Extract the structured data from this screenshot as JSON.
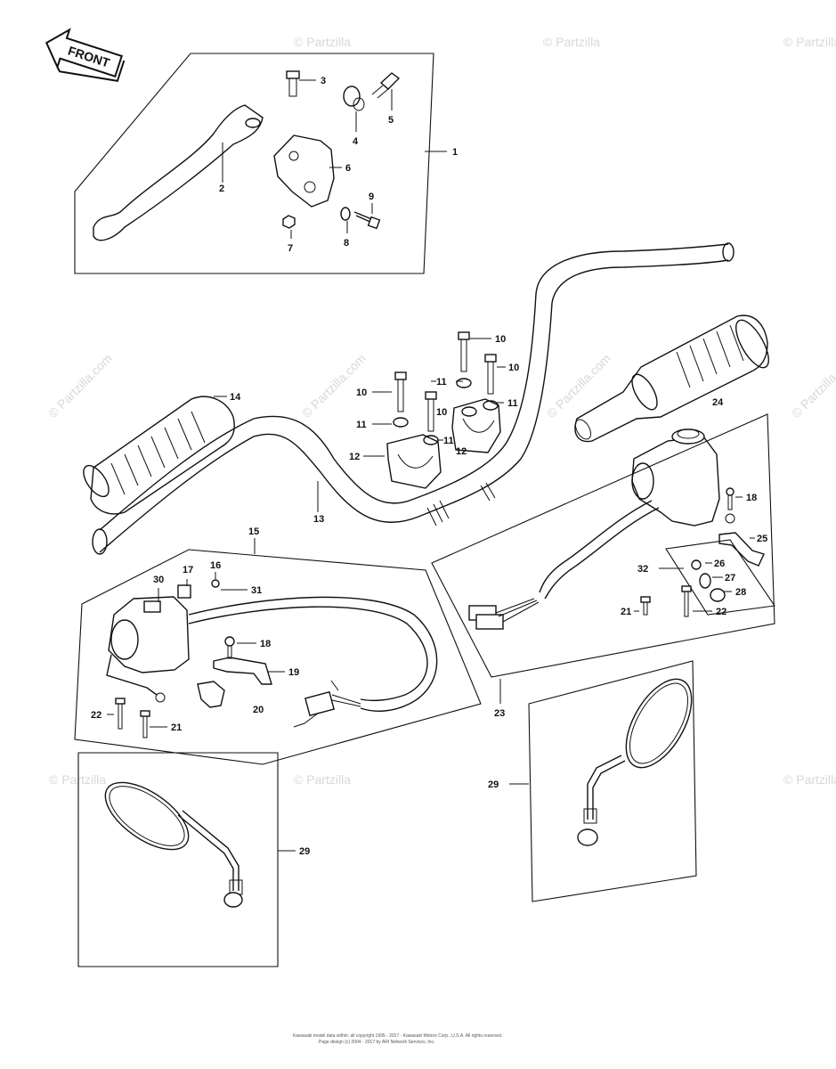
{
  "front_arrow": {
    "label": "FRONT",
    "icon": "front-arrow-icon"
  },
  "watermarks": {
    "corner": "© Partzilla",
    "diagonal": "© Partzilla.com"
  },
  "callouts": {
    "c1": "1",
    "c2": "2",
    "c3": "3",
    "c4": "4",
    "c5": "5",
    "c6": "6",
    "c7": "7",
    "c8": "8",
    "c9": "9",
    "c10a": "10",
    "c10b": "10",
    "c10c": "10",
    "c10d": "10",
    "c11a": "11",
    "c11b": "11",
    "c11c": "11",
    "c11d": "11",
    "c11e": "11",
    "c12a": "12",
    "c12b": "12",
    "c13": "13",
    "c14": "14",
    "c15": "15",
    "c16": "16",
    "c17": "17",
    "c18a": "18",
    "c18b": "18",
    "c19": "19",
    "c20": "20",
    "c21a": "21",
    "c21b": "21",
    "c22a": "22",
    "c22b": "22",
    "c23": "23",
    "c24": "24",
    "c25": "25",
    "c26": "26",
    "c27": "27",
    "c28": "28",
    "c29a": "29",
    "c29b": "29",
    "c30": "30",
    "c31": "31",
    "c32": "32"
  },
  "footer": {
    "line1": "Kawasaki model data within: all copyright 1995 - 2017 · Kawasaki Motors Corp., U.S.A. All rights reserved.",
    "line2": "Page design (c) 2004 - 2017 by ARI Network Services, Inc."
  },
  "colors": {
    "line": "#111111",
    "watermark": "#d8d8d8",
    "background": "#ffffff"
  }
}
